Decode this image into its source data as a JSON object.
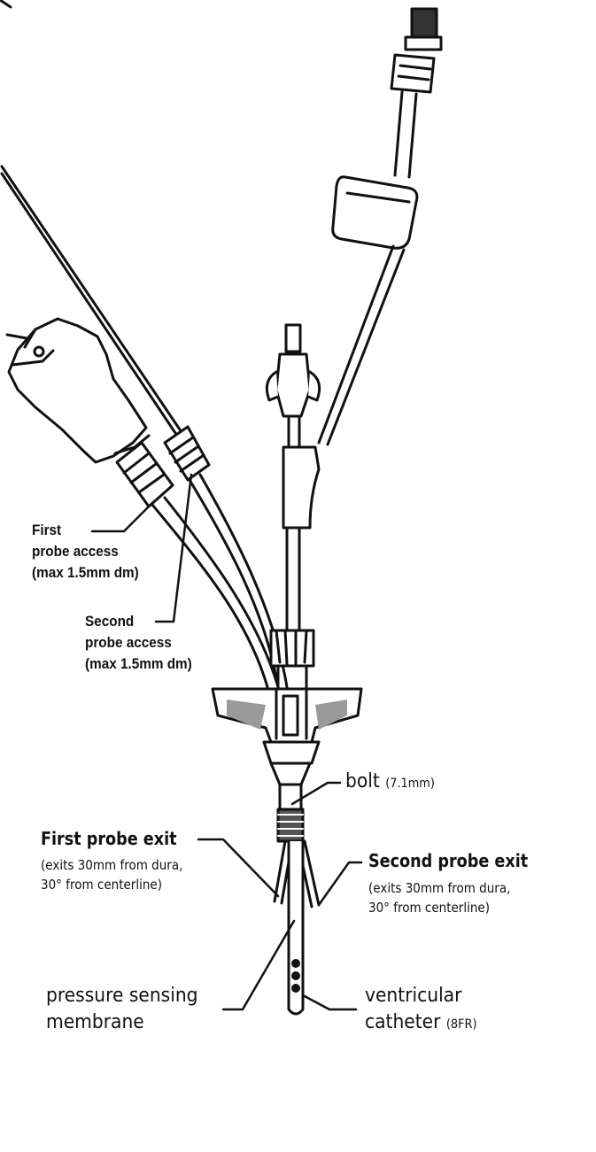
{
  "labels": {
    "first_probe_access": [
      "First",
      "probe access",
      "(max 1.5mm dm)"
    ],
    "second_probe_access": [
      "Second",
      "probe access",
      "(max 1.5mm dm)"
    ],
    "bolt": {
      "name": "bolt",
      "spec": "(7.1mm)"
    },
    "first_probe_exit": {
      "title": "First probe exit",
      "detail": [
        "(exits 30mm from dura,",
        "30° from centerline)"
      ]
    },
    "second_probe_exit": {
      "title": "Second probe exit",
      "detail": [
        "(exits 30mm from dura,",
        "30° from centerline)"
      ]
    },
    "pressure_sensing_membrane": [
      "pressure sensing",
      "membrane"
    ],
    "ventricular_catheter": {
      "line1": "ventricular",
      "line2": "catheter",
      "spec": "(8FR)"
    }
  },
  "colors": {
    "stroke": "#111111",
    "fill": "#ffffff",
    "shade": "#9a9a9a"
  }
}
